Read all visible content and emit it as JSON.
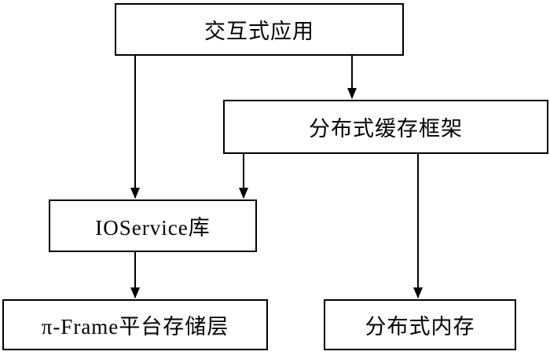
{
  "nodes": {
    "app": {
      "label": "交互式应用"
    },
    "cache": {
      "label": "分布式缓存框架"
    },
    "ioservice": {
      "label": "IOService库"
    },
    "storage": {
      "label": "π-Frame平台存储层"
    },
    "memory": {
      "label": "分布式内存"
    }
  },
  "edges": [
    {
      "from": "app",
      "to": "ioservice"
    },
    {
      "from": "app",
      "to": "cache"
    },
    {
      "from": "cache",
      "to": "ioservice"
    },
    {
      "from": "ioservice",
      "to": "storage"
    },
    {
      "from": "cache",
      "to": "memory"
    }
  ],
  "colors": {
    "line": "#000000",
    "box_border": "#000000",
    "box_fill": "#ffffff",
    "background": "#ffffff"
  }
}
